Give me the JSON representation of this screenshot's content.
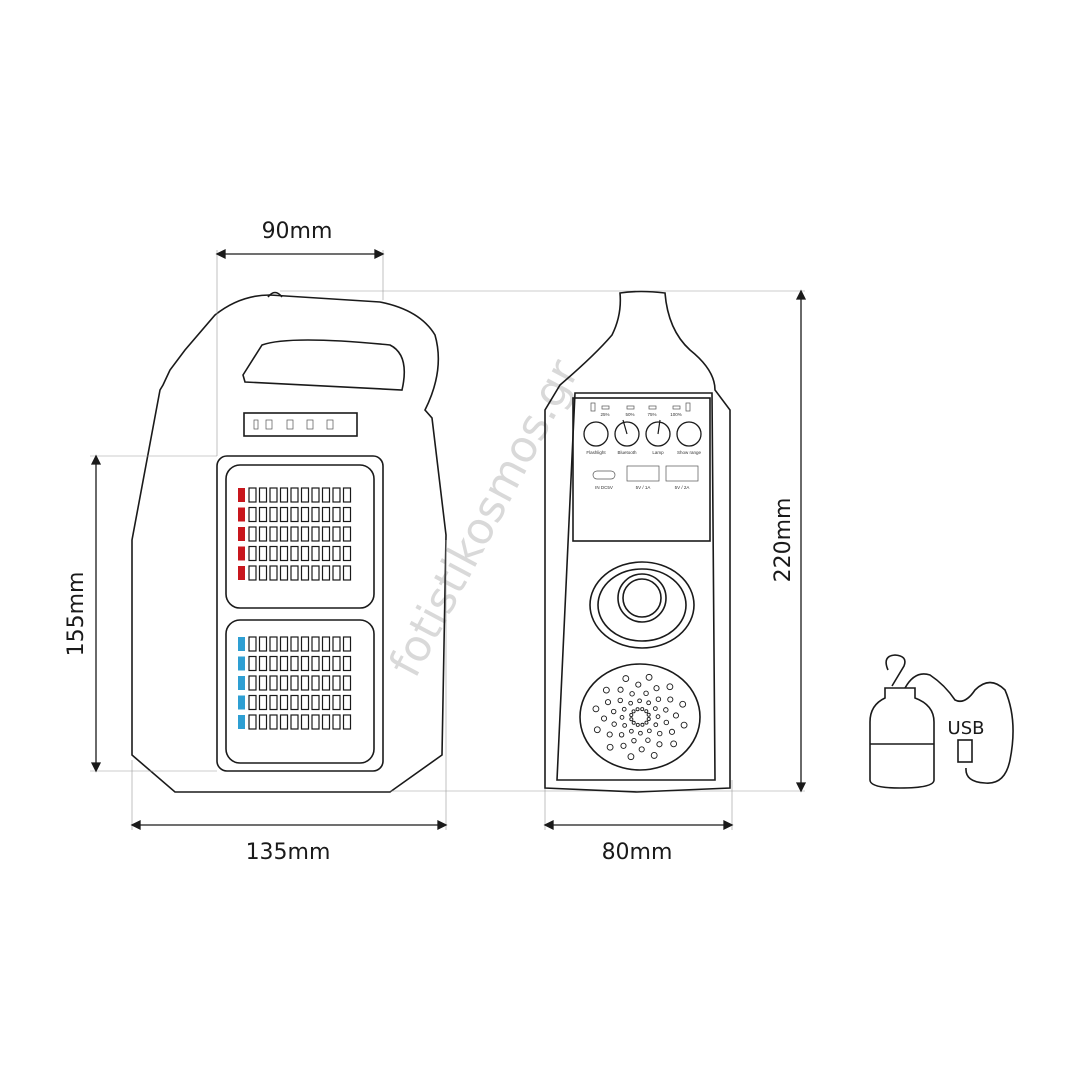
{
  "dimensions": {
    "handle_width": "90mm",
    "body_height": "155mm",
    "total_width": "135mm",
    "depth": "80mm",
    "total_height": "220mm"
  },
  "panel": {
    "battery_levels": [
      "25%",
      "50%",
      "75%",
      "100%"
    ],
    "knobs": [
      "Flashlight",
      "Bluetooth",
      "Lamp",
      "Show range"
    ],
    "ports": [
      "IN DC5V",
      "5V / 1A",
      "5V / 2A"
    ]
  },
  "accessory": {
    "label": "USB"
  },
  "watermark": "fotistikosmos.gr",
  "colors": {
    "red_led": "#c8161d",
    "blue_led": "#2e9fd3"
  }
}
